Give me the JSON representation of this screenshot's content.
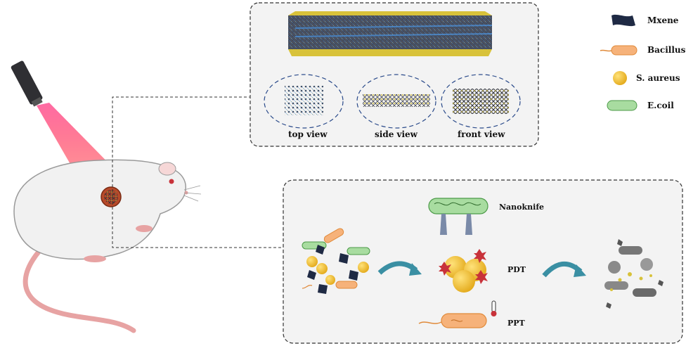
{
  "legend": {
    "items": [
      {
        "label": "Mxene",
        "icon": "mxene-sheet-icon",
        "color": "#1f2a44"
      },
      {
        "label": "Bacillus",
        "icon": "bacillus-rod-icon",
        "color": "#f6b27a"
      },
      {
        "label": "S. aureus",
        "icon": "s-aureus-sphere-icon",
        "color": "#f2c12e"
      },
      {
        "label": "E.coil",
        "icon": "ecoli-rod-icon",
        "color": "#a8dca0"
      }
    ]
  },
  "structure_panel": {
    "views": [
      "top view",
      "side view",
      "front view"
    ]
  },
  "mechanism_panel": {
    "mechanisms": [
      "Nanoknife",
      "PDT",
      "PPT"
    ]
  },
  "colors": {
    "mxene_dark": "#3c3f48",
    "mxene_yellow": "#d8c23a",
    "mxene_blue": "#4a8ed6",
    "laser_red": "#ff3b3b",
    "arrow_teal": "#3a8fa3",
    "mouse_body": "#f1f1f1",
    "tail_pink": "#e7a3a3"
  }
}
